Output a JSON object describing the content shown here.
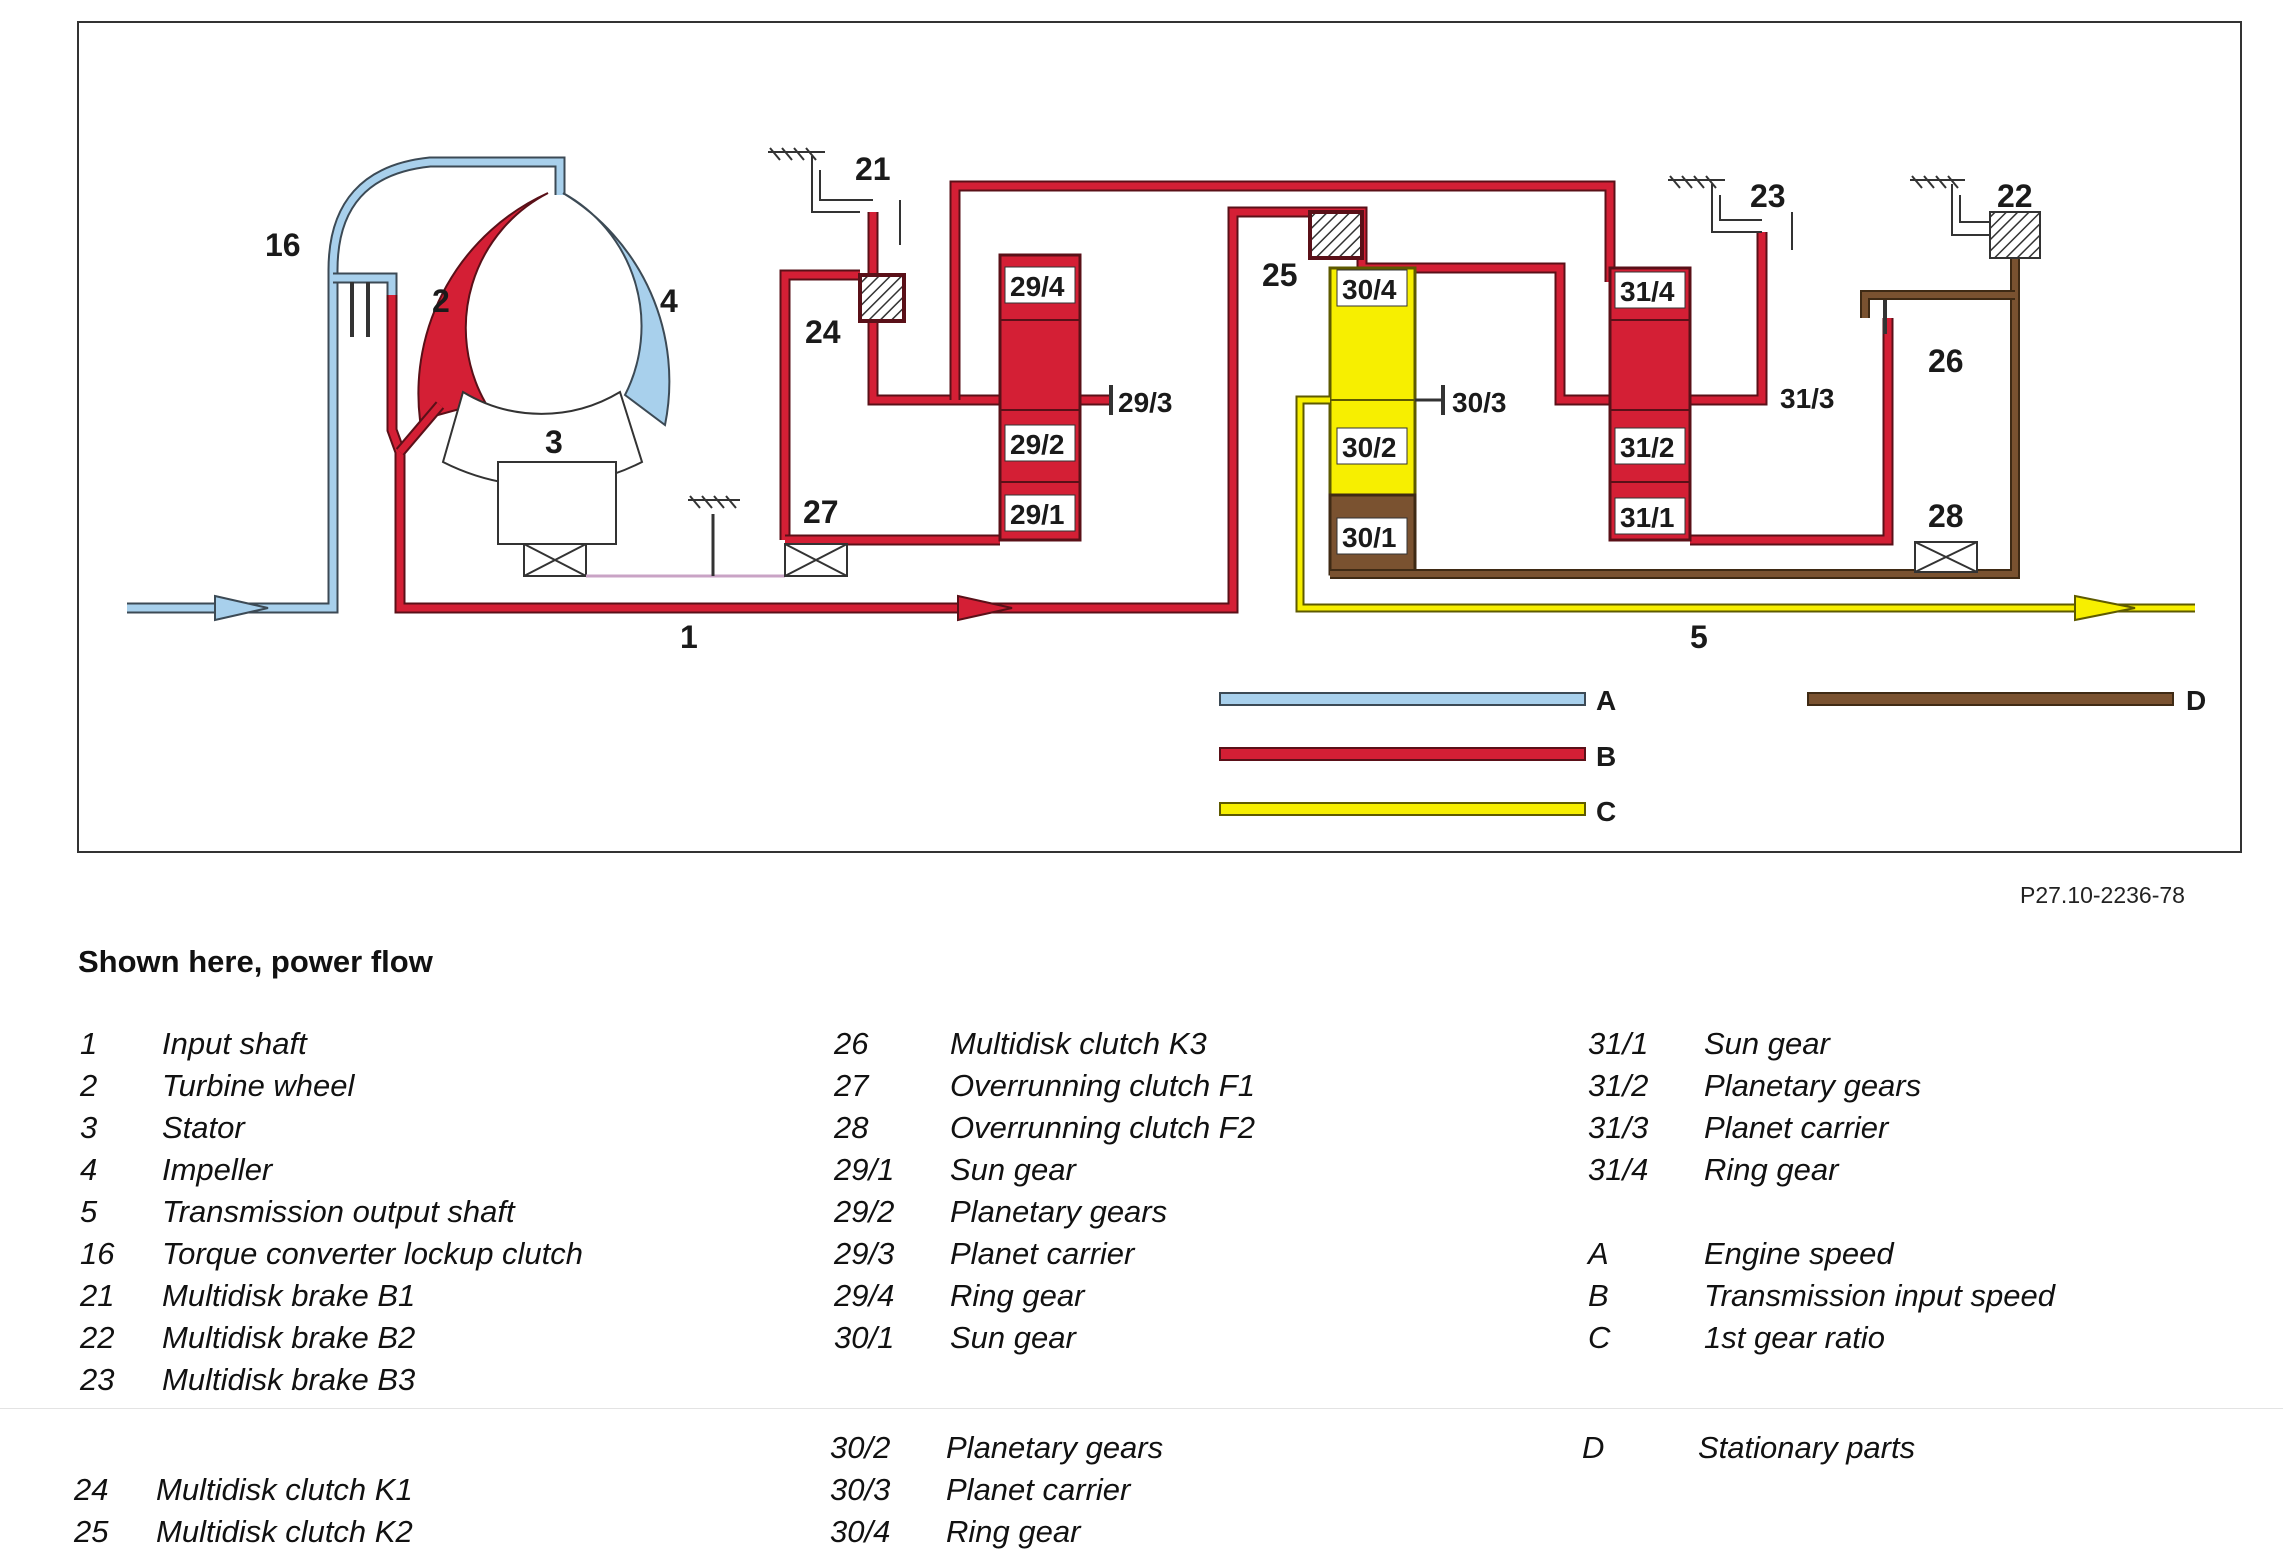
{
  "diagram": {
    "colors": {
      "engine_speed": "#a8d0ec",
      "input_speed": "#d41f35",
      "first_gear": "#f7ef00",
      "stationary": "#7a5230"
    },
    "labels": {
      "l16": "16",
      "l2": "2",
      "l4": "4",
      "l3": "3",
      "l1": "1",
      "l5": "5",
      "l21": "21",
      "l24": "24",
      "l27": "27",
      "l25": "25",
      "l23": "23",
      "l22": "22",
      "l26": "26",
      "l28": "28",
      "l29_4": "29/4",
      "l29_2": "29/2",
      "l29_1": "29/1",
      "l29_3": "29/3",
      "l30_4": "30/4",
      "l30_2": "30/2",
      "l30_1": "30/1",
      "l30_3": "30/3",
      "l31_4": "31/4",
      "l31_2": "31/2",
      "l31_1": "31/1",
      "l31_3": "31/3"
    },
    "key": {
      "A": "A",
      "B": "B",
      "C": "C",
      "D": "D"
    }
  },
  "figure_id": "P27.10-2236-78",
  "caption": "Shown here, power flow",
  "legend": {
    "col1": [
      {
        "code": "1",
        "desc": "Input shaft"
      },
      {
        "code": "2",
        "desc": "Turbine wheel"
      },
      {
        "code": "3",
        "desc": "Stator"
      },
      {
        "code": "4",
        "desc": "Impeller"
      },
      {
        "code": "5",
        "desc": "Transmission output shaft"
      },
      {
        "code": "16",
        "desc": "Torque converter lockup clutch"
      },
      {
        "code": "21",
        "desc": "Multidisk brake B1"
      },
      {
        "code": "22",
        "desc": "Multidisk brake B2"
      },
      {
        "code": "23",
        "desc": "Multidisk brake B3"
      }
    ],
    "col2": [
      {
        "code": "26",
        "desc": "Multidisk clutch K3"
      },
      {
        "code": "27",
        "desc": "Overrunning clutch F1"
      },
      {
        "code": "28",
        "desc": "Overrunning clutch F2"
      },
      {
        "code": "29/1",
        "desc": "Sun gear"
      },
      {
        "code": "29/2",
        "desc": "Planetary gears"
      },
      {
        "code": "29/3",
        "desc": "Planet carrier"
      },
      {
        "code": "29/4",
        "desc": "Ring gear"
      },
      {
        "code": "30/1",
        "desc": "Sun gear"
      }
    ],
    "col3": [
      {
        "code": "31/1",
        "desc": "Sun gear"
      },
      {
        "code": "31/2",
        "desc": "Planetary gears"
      },
      {
        "code": "31/3",
        "desc": "Planet carrier"
      },
      {
        "code": "31/4",
        "desc": "Ring gear"
      },
      {
        "code": "A",
        "desc": "Engine speed"
      },
      {
        "code": "B",
        "desc": "Transmission input speed"
      },
      {
        "code": "C",
        "desc": "1st gear ratio"
      }
    ],
    "lower_col1": [
      {
        "code": "24",
        "desc": "Multidisk clutch K1"
      },
      {
        "code": "25",
        "desc": "Multidisk clutch K2"
      }
    ],
    "lower_col2": [
      {
        "code": "30/2",
        "desc": "Planetary gears"
      },
      {
        "code": "30/3",
        "desc": "Planet carrier"
      },
      {
        "code": "30/4",
        "desc": "Ring gear"
      }
    ],
    "lower_col3": [
      {
        "code": "D",
        "desc": "Stationary parts"
      }
    ]
  }
}
